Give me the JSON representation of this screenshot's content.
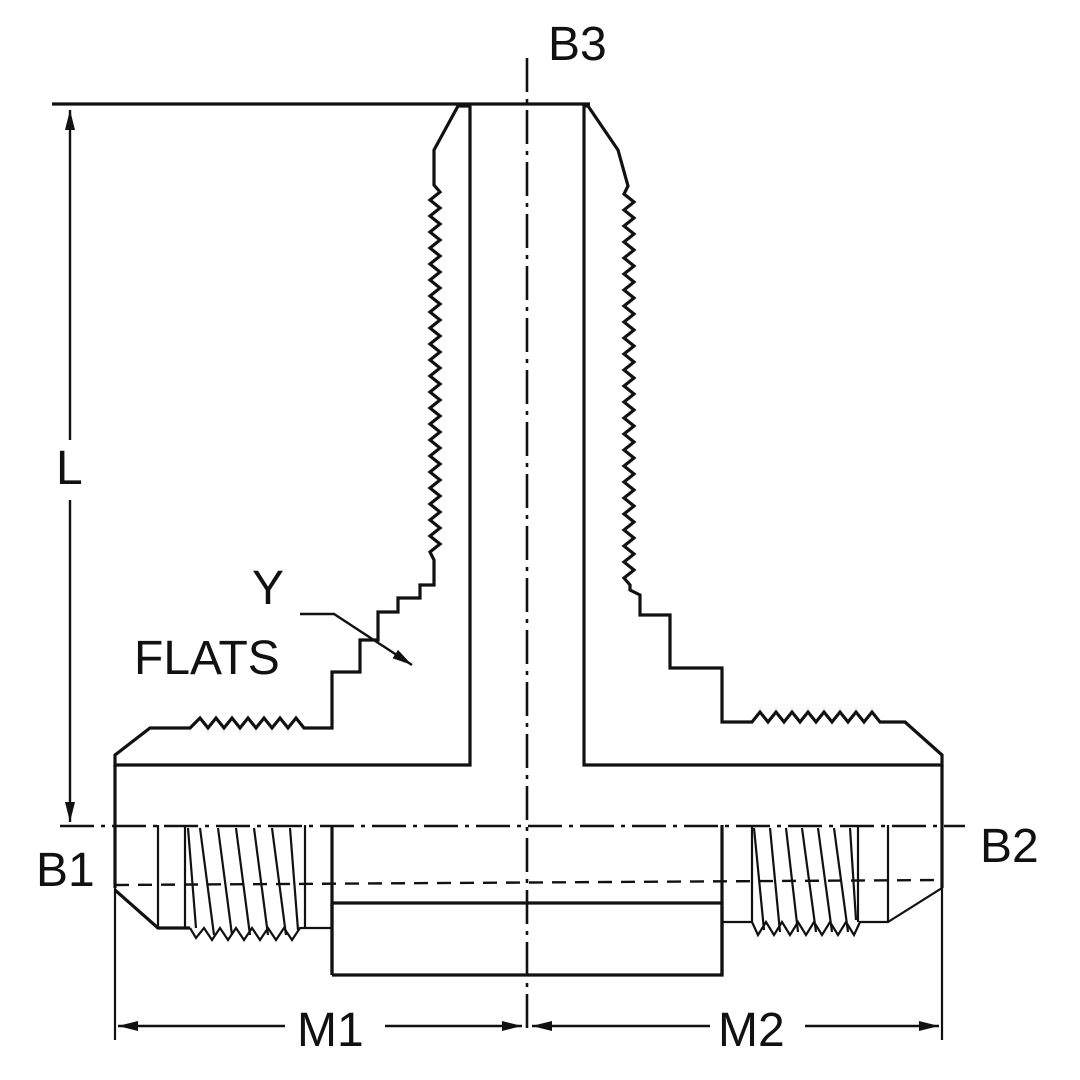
{
  "drawing": {
    "subject": "Tee fitting cross-section",
    "line_color": "#111111",
    "background": "#ffffff",
    "labels": {
      "top_port": "B3",
      "left_port": "B1",
      "right_port": "B2",
      "height_dimension": "L",
      "flats_letter": "Y",
      "flats_word": "FLATS",
      "left_length": "M1",
      "right_length": "M2"
    }
  }
}
